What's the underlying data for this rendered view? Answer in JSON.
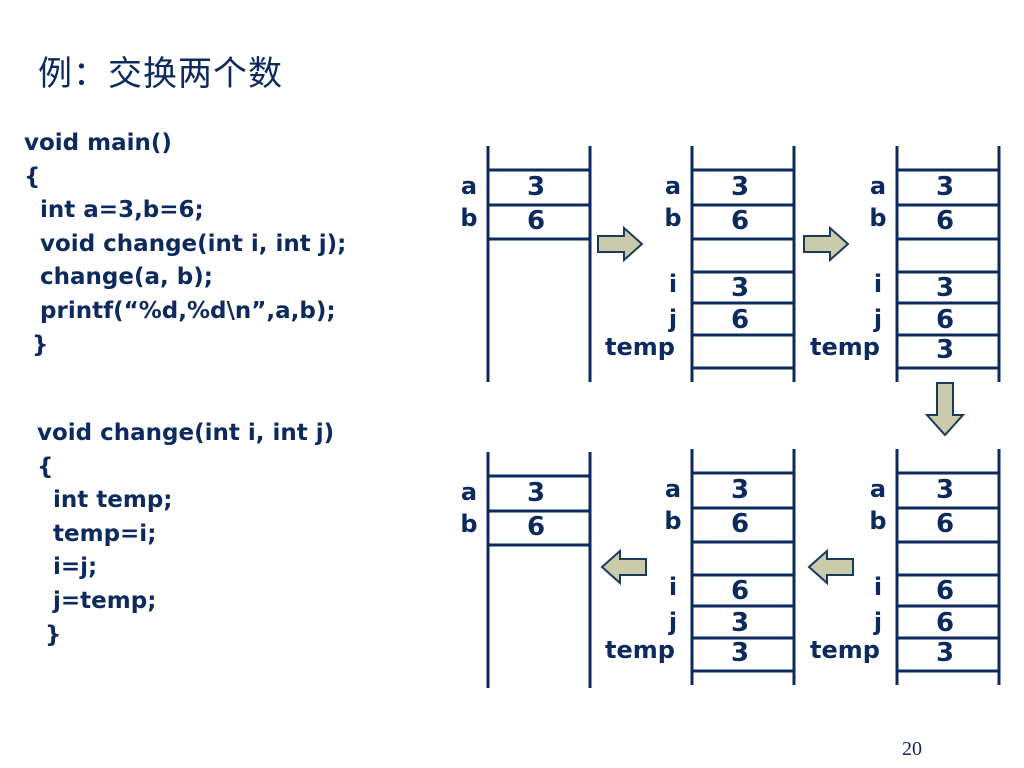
{
  "title": "例：交换两个数",
  "main_code": [
    "void main()",
    "{",
    "  int a=3,b=6;",
    "  void change(int i, int j);",
    "  change(a, b);",
    "  printf(“%d,%d\\n”,a,b);",
    " }"
  ],
  "change_code": [
    "void change(int i, int j)",
    "{",
    "  int temp;",
    "  temp=i;",
    "  i=j;",
    "  j=temp;",
    " }"
  ],
  "stack_labels": {
    "a": "a",
    "b": "b",
    "i": "i",
    "j": "j",
    "temp": "temp"
  },
  "stacks": [
    {
      "a": "3",
      "b": "6"
    },
    {
      "a": "3",
      "b": "6",
      "i": "3",
      "j": "6",
      "temp": ""
    },
    {
      "a": "3",
      "b": "6",
      "i": "3",
      "j": "6",
      "temp": "3"
    },
    {
      "a": "3",
      "b": "6",
      "i": "6",
      "j": "6",
      "temp": "3"
    },
    {
      "a": "3",
      "b": "6",
      "i": "6",
      "j": "3",
      "temp": "3"
    },
    {
      "a": "3",
      "b": "6"
    }
  ],
  "colors": {
    "ink": "#0d2a5e",
    "arrow_fill": "#c9cbab",
    "arrow_stroke": "#1a3a5c"
  },
  "page_number": "20"
}
